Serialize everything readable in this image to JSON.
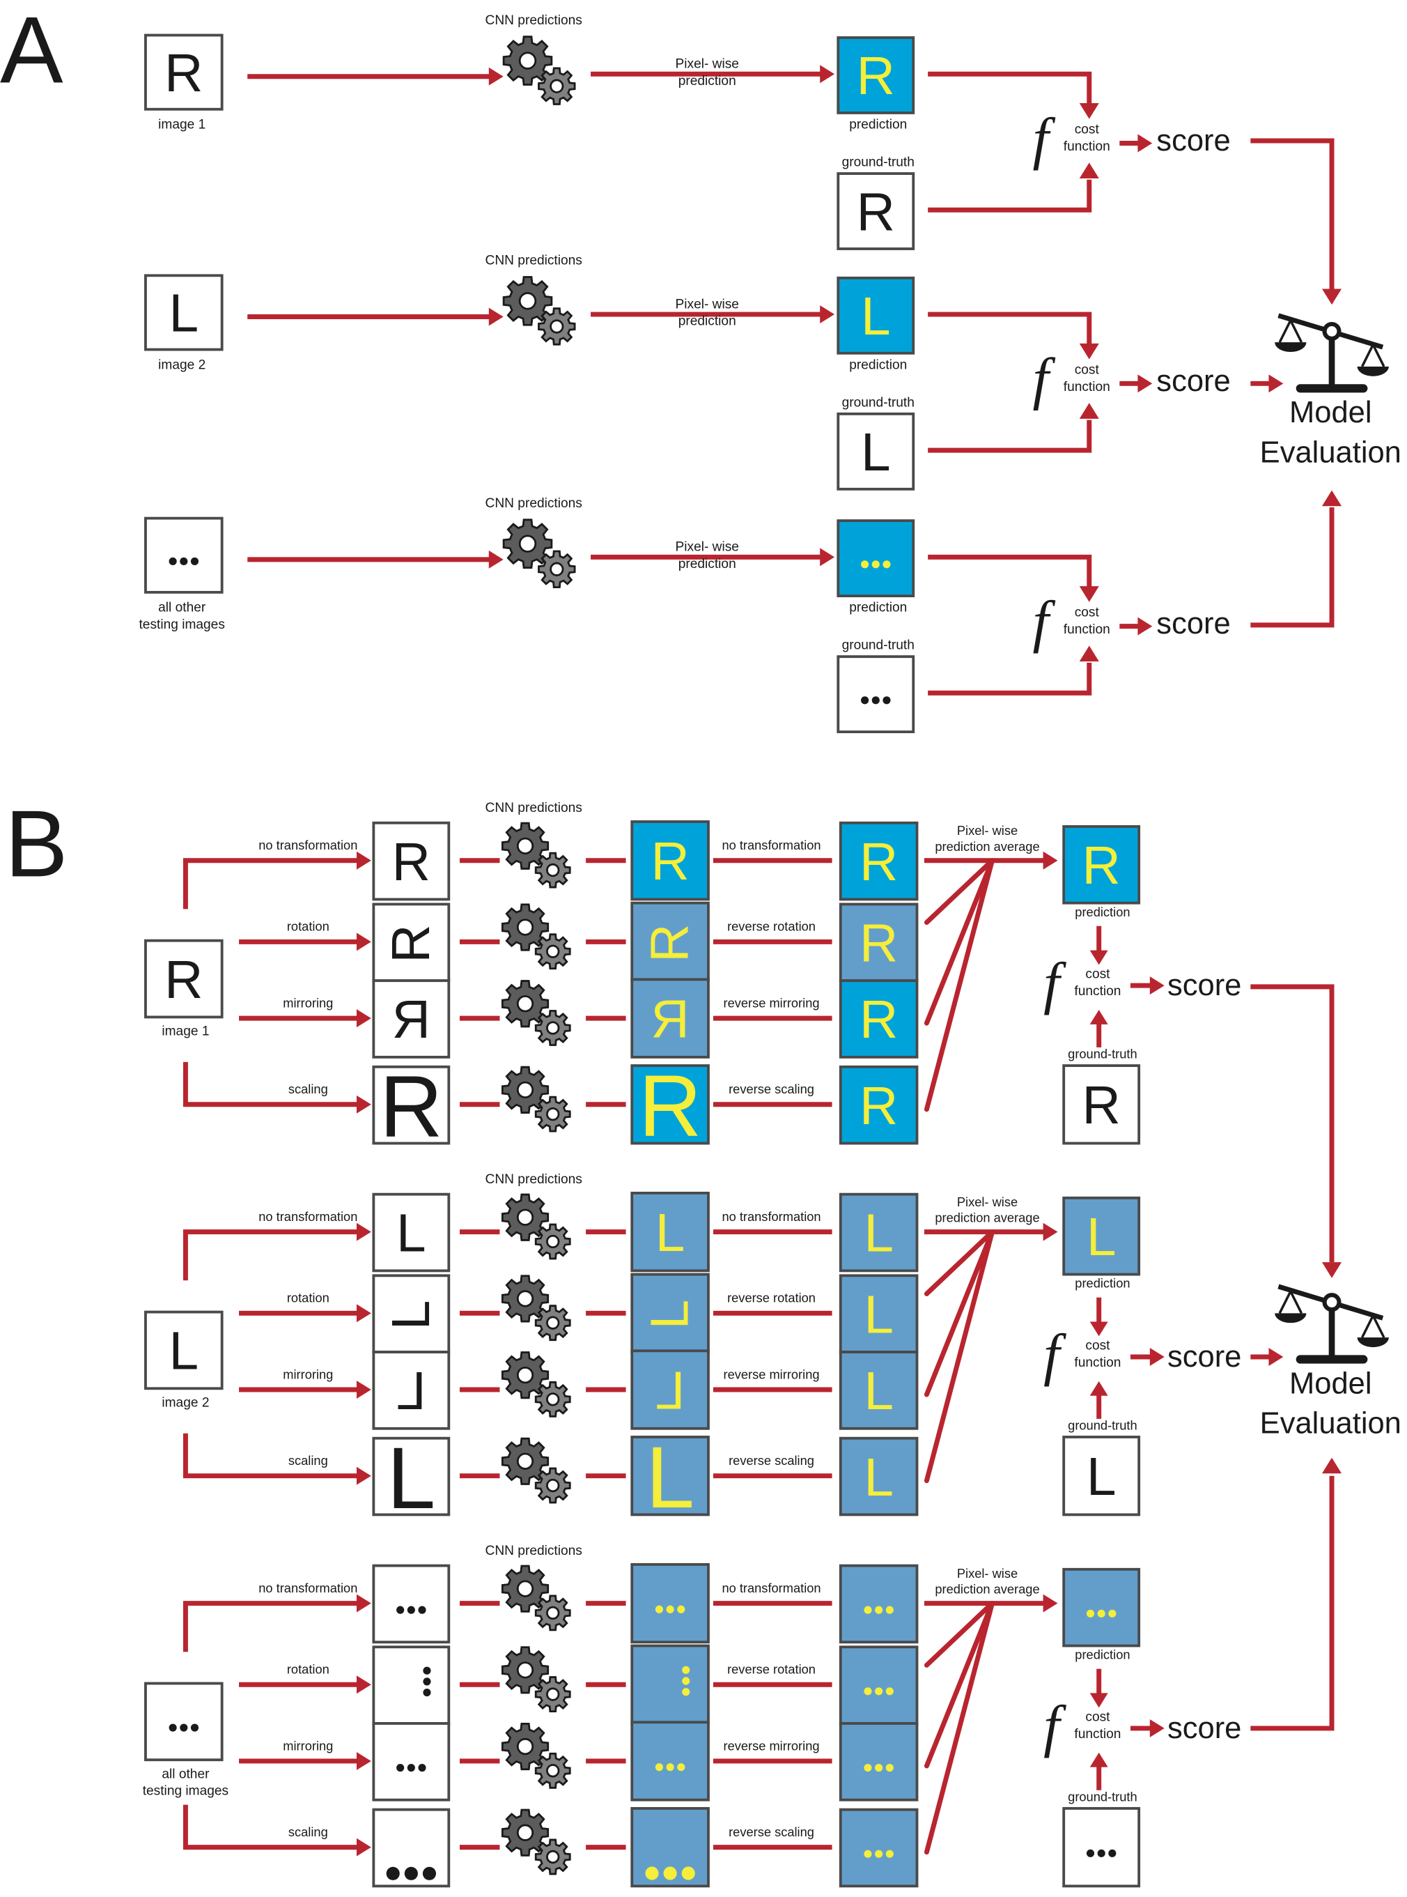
{
  "colors": {
    "arrow": "#b9252f",
    "prediction_bright": "#00a3d9",
    "prediction_muted": "#639ecb",
    "prediction_glyph": "#f5ee3a",
    "input_glyph": "#1a1a1a",
    "gear_big": "#5c5c5c",
    "gear_small": "#808080"
  },
  "panel_a": {
    "label": "A",
    "rows": [
      {
        "input_glyph": "R",
        "input_caption": [
          "image 1"
        ],
        "cnn_label": "CNN predictions",
        "edge_label": [
          "Pixel- wise",
          "prediction"
        ],
        "prediction_glyph": "R",
        "prediction_caption": "prediction",
        "ground_truth_caption": "ground-truth",
        "ground_truth_glyph": "R",
        "cost_label": [
          "cost",
          "function"
        ],
        "integral_symbol": "f",
        "score_label": "score"
      },
      {
        "input_glyph": "L",
        "input_caption": [
          "image 2"
        ],
        "cnn_label": "CNN predictions",
        "edge_label": [
          "Pixel- wise",
          "prediction"
        ],
        "prediction_glyph": "L",
        "prediction_caption": "prediction",
        "ground_truth_caption": "ground-truth",
        "ground_truth_glyph": "L",
        "cost_label": [
          "cost",
          "function"
        ],
        "integral_symbol": "f",
        "score_label": "score"
      },
      {
        "input_glyph": "...",
        "input_caption": [
          "all other",
          "testing images"
        ],
        "cnn_label": "CNN predictions",
        "edge_label": [
          "Pixel- wise",
          "prediction"
        ],
        "prediction_glyph": "...",
        "prediction_caption": "prediction",
        "ground_truth_caption": "ground-truth",
        "ground_truth_glyph": "...",
        "cost_label": [
          "cost",
          "function"
        ],
        "integral_symbol": "f",
        "score_label": "score"
      }
    ],
    "evaluation": {
      "icon": "balance-scale-icon",
      "label": [
        "Model",
        "Evaluation"
      ]
    }
  },
  "panel_b": {
    "label": "B",
    "groups": [
      {
        "input_glyph": "R",
        "input_caption": [
          "image 1"
        ],
        "cnn_label": "CNN predictions",
        "branches": [
          {
            "transform": "no transformation",
            "inverse": "no transformation",
            "variant": "normal",
            "cnn_tone": "bright",
            "restored_tone": "bright"
          },
          {
            "transform": "rotation",
            "inverse": "reverse rotation",
            "variant": "rotated",
            "cnn_tone": "muted",
            "restored_tone": "muted"
          },
          {
            "transform": "mirroring",
            "inverse": "reverse mirroring",
            "variant": "mirrored",
            "cnn_tone": "muted",
            "restored_tone": "bright"
          },
          {
            "transform": "scaling",
            "inverse": "reverse scaling",
            "variant": "scaled",
            "cnn_tone": "bright",
            "restored_tone": "bright"
          }
        ],
        "average_label": [
          "Pixel- wise",
          "prediction average"
        ],
        "prediction_glyph": "R",
        "prediction_tone": "bright",
        "prediction_caption": "prediction",
        "ground_truth_caption": "ground-truth",
        "ground_truth_glyph": "R",
        "cost_label": [
          "cost",
          "function"
        ],
        "integral_symbol": "f",
        "score_label": "score"
      },
      {
        "input_glyph": "L",
        "input_caption": [
          "image 2"
        ],
        "cnn_label": "CNN predictions",
        "branches": [
          {
            "transform": "no transformation",
            "inverse": "no transformation",
            "variant": "normal",
            "cnn_tone": "muted",
            "restored_tone": "muted"
          },
          {
            "transform": "rotation",
            "inverse": "reverse rotation",
            "variant": "rotated",
            "cnn_tone": "muted",
            "restored_tone": "muted"
          },
          {
            "transform": "mirroring",
            "inverse": "reverse mirroring",
            "variant": "mirrored",
            "cnn_tone": "muted",
            "restored_tone": "muted"
          },
          {
            "transform": "scaling",
            "inverse": "reverse scaling",
            "variant": "scaled",
            "cnn_tone": "muted",
            "restored_tone": "muted"
          }
        ],
        "average_label": [
          "Pixel- wise",
          "prediction average"
        ],
        "prediction_glyph": "L",
        "prediction_tone": "muted",
        "prediction_caption": "prediction",
        "ground_truth_caption": "ground-truth",
        "ground_truth_glyph": "L",
        "cost_label": [
          "cost",
          "function"
        ],
        "integral_symbol": "f",
        "score_label": "score"
      },
      {
        "input_glyph": "...",
        "input_caption": [
          "all other",
          "testing images"
        ],
        "cnn_label": "CNN predictions",
        "branches": [
          {
            "transform": "no transformation",
            "inverse": "no transformation",
            "variant": "normal",
            "cnn_tone": "muted",
            "restored_tone": "muted"
          },
          {
            "transform": "rotation",
            "inverse": "reverse rotation",
            "variant": "rotated",
            "cnn_tone": "muted",
            "restored_tone": "muted"
          },
          {
            "transform": "mirroring",
            "inverse": "reverse mirroring",
            "variant": "mirrored",
            "cnn_tone": "muted",
            "restored_tone": "muted"
          },
          {
            "transform": "scaling",
            "inverse": "reverse scaling",
            "variant": "scaled",
            "cnn_tone": "muted",
            "restored_tone": "muted"
          }
        ],
        "average_label": [
          "Pixel- wise",
          "prediction average"
        ],
        "prediction_glyph": "...",
        "prediction_tone": "muted",
        "prediction_caption": "prediction",
        "ground_truth_caption": "ground-truth",
        "ground_truth_glyph": "...",
        "cost_label": [
          "cost",
          "function"
        ],
        "integral_symbol": "f",
        "score_label": "score"
      }
    ],
    "evaluation": {
      "icon": "balance-scale-icon",
      "label": [
        "Model",
        "Evaluation"
      ]
    }
  }
}
